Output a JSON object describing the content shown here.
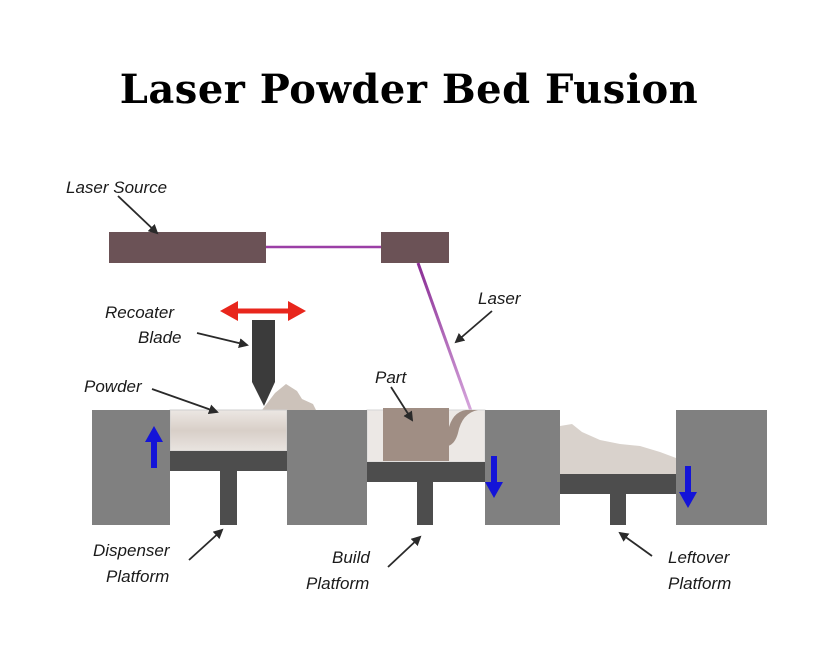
{
  "title": "Laser Powder Bed Fusion",
  "labels": {
    "laser_source": "Laser Source",
    "laser": "Laser",
    "recoater_line1": "Recoater",
    "recoater_line2": "Blade",
    "powder": "Powder",
    "part": "Part",
    "dispenser_line1": "Dispenser",
    "dispenser_line2": "Platform",
    "build_line1": "Build",
    "build_line2": "Platform",
    "leftover_line1": "Leftover",
    "leftover_line2": "Platform"
  },
  "colors": {
    "wall": "#808080",
    "platform": "#4d4d4d",
    "powder": "#d9d2cc",
    "part": "#a08e84",
    "source_box": "#6b5256",
    "beam": "#9b3fa6",
    "blade": "#3b3b3b",
    "recoater_arrow": "#e8261c",
    "motion_arrow": "#1414d8"
  }
}
